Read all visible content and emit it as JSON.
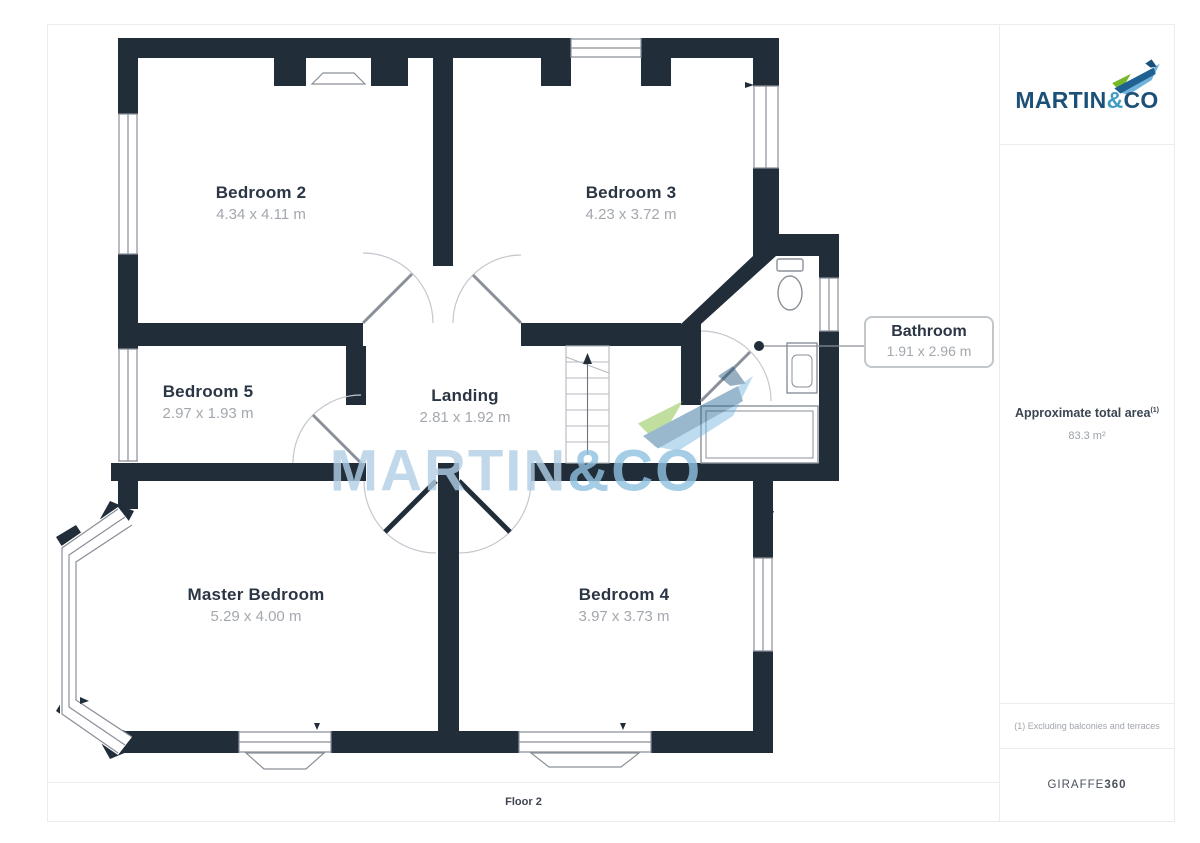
{
  "floorplan": {
    "floor_label": "Floor 2",
    "watermark": {
      "part1": "MARTIN",
      "part2": "&CO"
    },
    "rooms": [
      {
        "name": "Bedroom 2",
        "dimensions": "4.34 x 4.11 m"
      },
      {
        "name": "Bedroom 3",
        "dimensions": "4.23 x 3.72 m"
      },
      {
        "name": "Bedroom 5",
        "dimensions": "2.97 x 1.93 m"
      },
      {
        "name": "Landing",
        "dimensions": "2.81 x 1.92 m"
      },
      {
        "name": "Master Bedroom",
        "dimensions": "5.29 x 4.00 m"
      },
      {
        "name": "Bedroom 4",
        "dimensions": "3.97 x 3.73 m"
      }
    ],
    "callout": {
      "name": "Bathroom",
      "dimensions": "1.91 x 2.96 m"
    }
  },
  "sidebar": {
    "logo": {
      "part1": "MARTIN",
      "amp": "&",
      "part2": "CO"
    },
    "area": {
      "label": "Approximate total area",
      "superscript": "(1)",
      "value": "83.3 m²"
    },
    "footnote": "(1) Excluding balconies and terraces",
    "brand": {
      "name": "GIRAFFE",
      "suffix": "360"
    }
  },
  "colors": {
    "wall": "#222d3a",
    "room_name": "#2b3645",
    "dimension_text": "#a3a8ae",
    "watermark_blue": "#aecde6",
    "logo_navy": "#1b5078",
    "logo_accent": "#3f9dc4",
    "logo_green": "#76b82a"
  }
}
